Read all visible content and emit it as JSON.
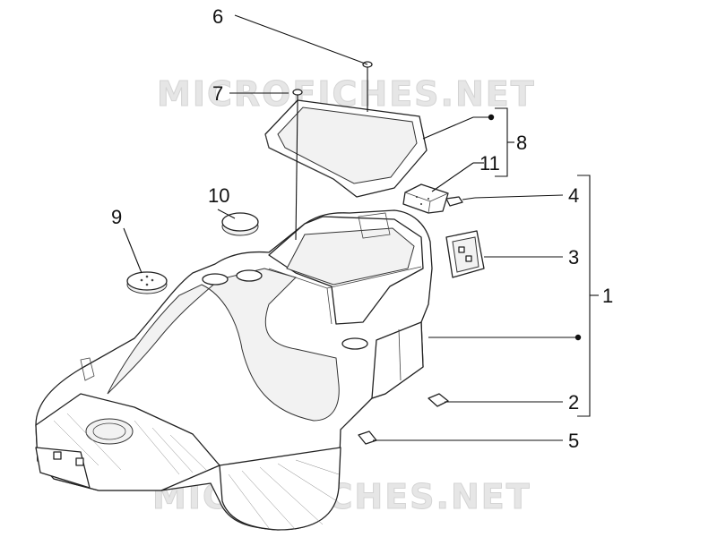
{
  "watermark_text": "MICROFICHES.NET",
  "callouts": [
    {
      "id": "c6",
      "label": "6"
    },
    {
      "id": "c7",
      "label": "7"
    },
    {
      "id": "c8",
      "label": "8"
    },
    {
      "id": "c11",
      "label": "11"
    },
    {
      "id": "c4",
      "label": "4"
    },
    {
      "id": "c10",
      "label": "10"
    },
    {
      "id": "c9",
      "label": "9"
    },
    {
      "id": "c3",
      "label": "3"
    },
    {
      "id": "c1",
      "label": "1"
    },
    {
      "id": "c2",
      "label": "2"
    },
    {
      "id": "c5",
      "label": "5"
    }
  ]
}
